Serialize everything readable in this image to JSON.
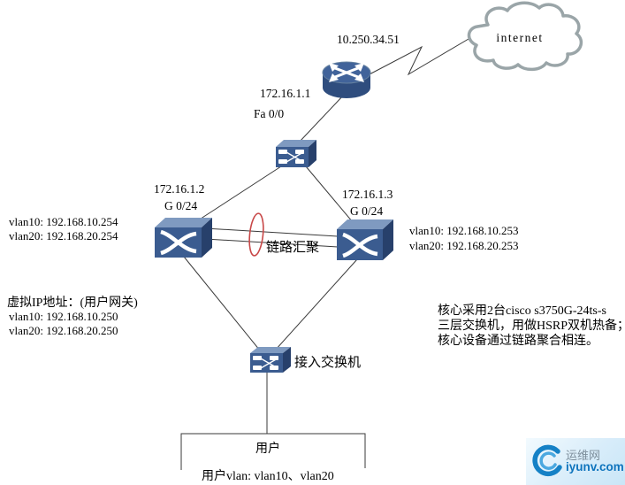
{
  "diagram": {
    "cloud_label": "internet",
    "router": {
      "wan_ip": "10.250.34.51",
      "lan_ip": "172.16.1.1",
      "lan_interface": "Fa 0/0"
    },
    "core_switch_left": {
      "ip": "172.16.1.2",
      "port": "G 0/24",
      "vlan10_line": "vlan10: 192.168.10.254",
      "vlan20_line": "vlan20: 192.168.20.254"
    },
    "core_switch_right": {
      "ip": "172.16.1.3",
      "port": "G 0/24",
      "vlan10_line": "vlan10: 192.168.10.253",
      "vlan20_line": "vlan20: 192.168.20.253"
    },
    "link_aggregation_label": "链路汇聚",
    "virtual_ip_note": {
      "title": "虚拟IP地址：(用户网关)",
      "vlan10_line": "vlan10: 192.168.10.250",
      "vlan20_line": "vlan20: 192.168.20.250"
    },
    "core_note": {
      "line1": "核心采用2台cisco s3750G-24ts-s",
      "line2": "三层交换机，用做HSRP双机热备；",
      "line3": "核心设备通过链路聚合相连。"
    },
    "access_switch_label": "接入交换机",
    "users_label": "用户",
    "users_vlan_label": "用户vlan: vlan10、vlan20"
  },
  "watermark": {
    "site_name": "运维网",
    "site_url": "iyunv.com"
  },
  "colors": {
    "device_front": "#3b5c90",
    "device_top": "#7f9ac0",
    "device_side": "#27406b",
    "link_line": "#3a3a3a",
    "aggregation_ring": "#c84848",
    "cloud_stroke": "#9aa5a8",
    "watermark_blue": "#1581c6"
  }
}
